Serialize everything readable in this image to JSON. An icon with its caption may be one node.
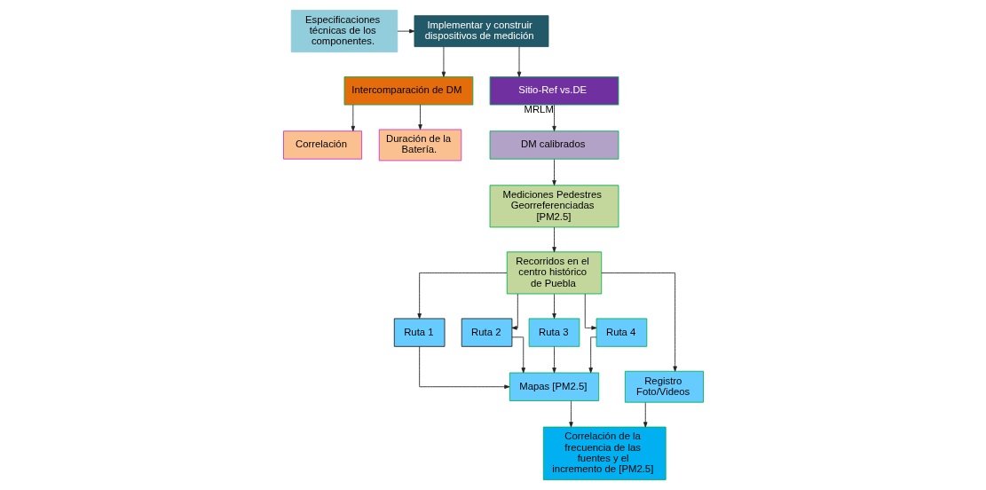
{
  "diagram": {
    "nodes": [
      {
        "text": [
          "Implementar y construir dispositivos de medición"
        ]
      },
      {
        "text": [
          "Especificaciones técnicas de los componentes."
        ]
      },
      {
        "text": [
          "Intercomparación de DM"
        ]
      },
      {
        "text": [
          "Sitio-Ref vs.DE"
        ]
      },
      {
        "text": [
          "Correlación"
        ]
      },
      {
        "text": [
          "Duración de la Batería."
        ]
      },
      {
        "text": [
          "DM calibrados"
        ]
      },
      {
        "text": [
          "Mediciones Pedestres Georreferenciadas [PM2.5]"
        ]
      },
      {
        "text": [
          "Recorridos en el centro histórico de Puebla"
        ]
      },
      {
        "text": [
          "Ruta 1"
        ]
      },
      {
        "text": [
          "Ruta 2"
        ]
      },
      {
        "text": [
          "Ruta 3"
        ]
      },
      {
        "text": [
          "Ruta 4"
        ]
      },
      {
        "text": [
          "Registro Foto/Videos"
        ]
      },
      {
        "text": [
          "Mapas [PM2.5]"
        ]
      },
      {
        "text": [
          "Correlación de la frecuencia de las fuentes y el incremento de [PM2.5]"
        ]
      }
    ],
    "edges": [
      {
        "from": 1,
        "to": 0,
        "arrow": "to"
      },
      {
        "from": 0,
        "to": 2,
        "arrow": "to"
      },
      {
        "from": 0,
        "to": 3,
        "arrow": "to"
      },
      {
        "from": 2,
        "to": 4,
        "arrow": "to"
      },
      {
        "from": 2,
        "to": 5,
        "arrow": "to"
      },
      {
        "from": 3,
        "to": 6,
        "arrow": "to",
        "label": "MRLM"
      },
      {
        "from": 6,
        "to": 7,
        "arrow": "to"
      },
      {
        "from": 7,
        "to": 8,
        "arrow": "to"
      },
      {
        "from": 8,
        "to": 9,
        "arrow": "to"
      },
      {
        "from": 8,
        "to": 10,
        "arrow": "to"
      },
      {
        "from": 8,
        "to": 11,
        "arrow": "to"
      },
      {
        "from": 8,
        "to": 12,
        "arrow": "to"
      },
      {
        "from": 8,
        "to": 13,
        "arrow": "to"
      },
      {
        "from": 9,
        "to": 14,
        "arrow": "to"
      },
      {
        "from": 10,
        "to": 14,
        "arrow": "to"
      },
      {
        "from": 11,
        "to": 14,
        "arrow": "to"
      },
      {
        "from": 12,
        "to": 14,
        "arrow": "to"
      },
      {
        "from": 13,
        "to": 15,
        "arrow": "to"
      },
      {
        "from": 14,
        "to": 15,
        "arrow": "to"
      }
    ]
  }
}
